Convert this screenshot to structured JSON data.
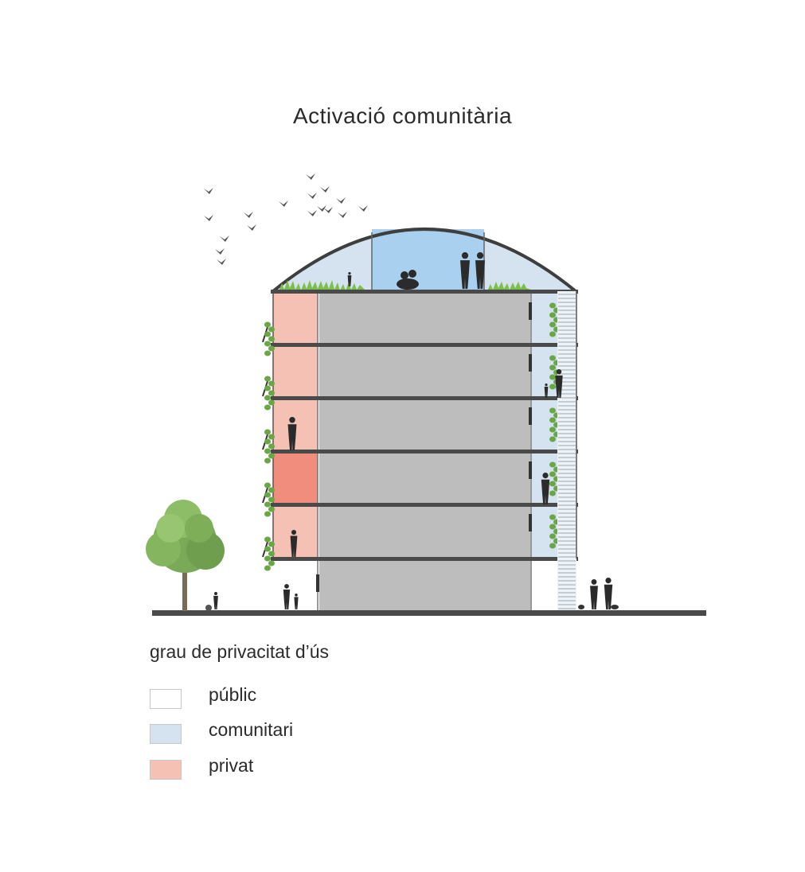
{
  "title": "Activació comunitària",
  "legend": {
    "title": "grau de privacitat d’ús",
    "items": [
      {
        "label": "públic",
        "color": "#ffffff"
      },
      {
        "label": "comunitari",
        "color": "#d4e3ef"
      },
      {
        "label": "privat",
        "color": "#f6c1b5"
      }
    ]
  },
  "colors": {
    "core": "#bdbdbd",
    "private": "#f6c1b5",
    "private_accent": "#f08d7c",
    "communal": "#d4e3ef",
    "communal_accent": "#a9d0ee",
    "slab": "#4a4a4a",
    "vegetation": "#7cbf4d",
    "tree": "#7aa957",
    "silhouette": "#2b2b2b"
  },
  "icons": [
    "bird-icon",
    "person-icon",
    "tree-icon",
    "plant-icon",
    "stair-icon"
  ]
}
